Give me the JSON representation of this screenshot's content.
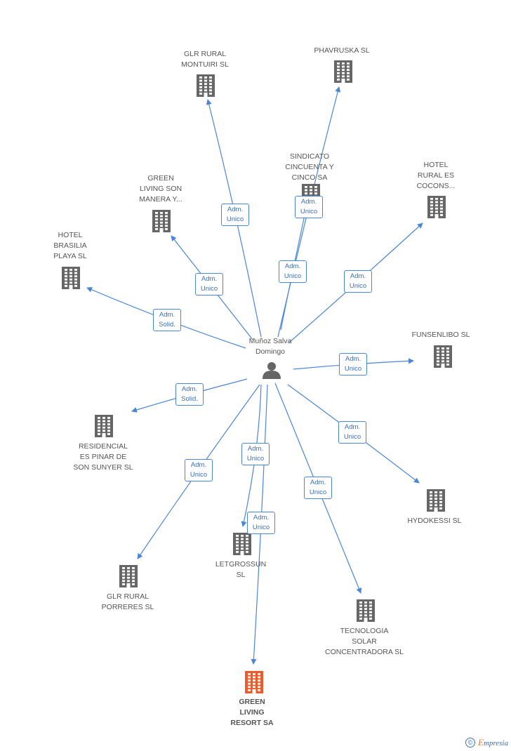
{
  "center": {
    "name": "Muñoz Salva\nDomingo"
  },
  "colors": {
    "edge": "#4a86d8",
    "building": "#666666",
    "target": "#f05a28",
    "person": "#666666"
  },
  "nodes": [
    {
      "id": "glr-rural-montuiri",
      "label": "GLR RURAL\nMONTUIRI SL"
    },
    {
      "id": "phavruska",
      "label": "PHAVRUSKA  SL"
    },
    {
      "id": "sindicato",
      "label": "SINDICATO\nCINCUENTA Y\nCINCO SA"
    },
    {
      "id": "hotel-rural",
      "label": "HOTEL\nRURAL ES\nCOCONS..."
    },
    {
      "id": "green-living-son-manera",
      "label": "GREEN\nLIVING SON\nMANERA Y..."
    },
    {
      "id": "hotel-brasilia",
      "label": "HOTEL\nBRASILIA\nPLAYA SL"
    },
    {
      "id": "funsenlibo",
      "label": "FUNSENLIBO  SL"
    },
    {
      "id": "residencial",
      "label": "RESIDENCIAL\nES PINAR DE\nSON SUNYER SL"
    },
    {
      "id": "hydokessi",
      "label": "HYDOKESSI  SL"
    },
    {
      "id": "letgrossun",
      "label": "LETGROSSUN\nSL"
    },
    {
      "id": "glr-rural-porreres",
      "label": "GLR RURAL\nPORRERES SL"
    },
    {
      "id": "tecnologia",
      "label": "TECNOLOGIA\nSOLAR\nCONCENTRADORA SL"
    },
    {
      "id": "green-living-resort",
      "label": "GREEN\nLIVING\nRESORT SA",
      "highlight": true
    }
  ],
  "edges": [
    {
      "to": "glr-rural-montuiri",
      "role": [
        "Adm.",
        "Unico"
      ]
    },
    {
      "to": "phavruska",
      "role": [
        "Adm.",
        "Unico"
      ]
    },
    {
      "to": "sindicato",
      "role": [
        "Adm.",
        "Unico"
      ]
    },
    {
      "to": "hotel-rural",
      "role": [
        "Adm.",
        "Unico"
      ]
    },
    {
      "to": "green-living-son-manera",
      "role": [
        "Adm.",
        "Unico"
      ]
    },
    {
      "to": "hotel-brasilia",
      "role": [
        "Adm.",
        "Solid."
      ]
    },
    {
      "to": "funsenlibo",
      "role": [
        "Adm.",
        "Unico"
      ]
    },
    {
      "to": "residencial",
      "role": [
        "Adm.",
        "Solid."
      ]
    },
    {
      "to": "hydokessi",
      "role": [
        "Adm.",
        "Unico"
      ]
    },
    {
      "to": "letgrossun",
      "role": [
        "Adm.",
        "Unico"
      ]
    },
    {
      "to": "glr-rural-porreres",
      "role": [
        "Adm.",
        "Unico"
      ]
    },
    {
      "to": "tecnologia",
      "role": [
        "Adm.",
        "Unico"
      ]
    },
    {
      "to": "green-living-resort",
      "role": [
        "Adm.",
        "Unico"
      ]
    }
  ],
  "footer": {
    "copyright_symbol": "©",
    "brand_initial": "E",
    "brand_rest": "mpresia"
  }
}
